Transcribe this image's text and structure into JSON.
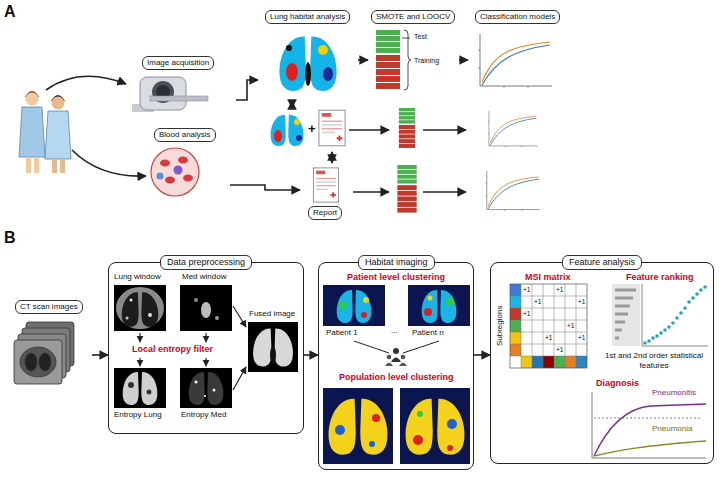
{
  "diagram": {
    "nodes": [
      {
        "text": [
          "Image acquisition"
        ]
      },
      {
        "text": [
          "Lung habitat analysis"
        ]
      },
      {
        "text": [
          "SMOTE and LOOCV"
        ]
      },
      {
        "text": [
          "Classification models"
        ]
      },
      {
        "text": [
          "Blood analysis"
        ]
      },
      {
        "text": [
          "Report"
        ]
      },
      {
        "text": [
          "CT scan images"
        ]
      },
      {
        "text": [
          "Data preprocessing"
        ]
      },
      {
        "text": [
          "Habitat imaging"
        ]
      },
      {
        "text": [
          "Feature analysis"
        ]
      }
    ],
    "edges": [
      {
        "from": 0,
        "to": 1,
        "arrow": "to"
      },
      {
        "from": 1,
        "to": 2,
        "arrow": "to"
      },
      {
        "from": 2,
        "to": 3,
        "arrow": "to"
      },
      {
        "from": 4,
        "to": 5,
        "arrow": "to"
      },
      {
        "from": 6,
        "to": 7,
        "arrow": "to"
      },
      {
        "from": 7,
        "to": 8,
        "arrow": "to"
      },
      {
        "from": 8,
        "to": 9,
        "arrow": "to"
      }
    ],
    "labels": [
      "A",
      "Test",
      "Training",
      "+",
      "B",
      "Lung window",
      "Med window",
      "Local entropy filter",
      "Entropy Lung",
      "Entropy Med",
      "Fused image",
      "Patient level clustering",
      "Patient 1",
      "...",
      "Patient n",
      "Population level clustering",
      "MSI matrix",
      "Feature ranking",
      "Subregions",
      "+1",
      "+1",
      "+1",
      "+1",
      "+1",
      "+1",
      "+1",
      "+1",
      "+1",
      "1st and 2nd order statistical features",
      "Diagnosis",
      "Pneumonitis",
      "Pneumonia"
    ]
  }
}
